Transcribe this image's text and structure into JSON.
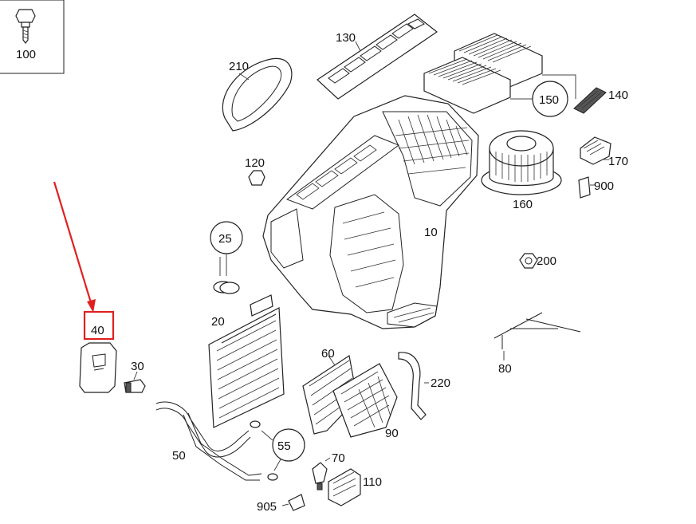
{
  "callouts": {
    "p100": "100",
    "p130": "130",
    "p210": "210",
    "p150": "150",
    "p140": "140",
    "p170": "170",
    "p900": "900",
    "p120": "120",
    "p160": "160",
    "p10": "10",
    "p25": "25",
    "p200": "200",
    "p40": "40",
    "p20": "20",
    "p80": "80",
    "p30": "30",
    "p60": "60",
    "p220": "220",
    "p90": "90",
    "p50": "50",
    "p55": "55",
    "p70": "70",
    "p110": "110",
    "p905": "905"
  },
  "highlight": {
    "part": "40",
    "color": "#e02020"
  },
  "colors": {
    "line": "#222222",
    "background": "#ffffff"
  }
}
